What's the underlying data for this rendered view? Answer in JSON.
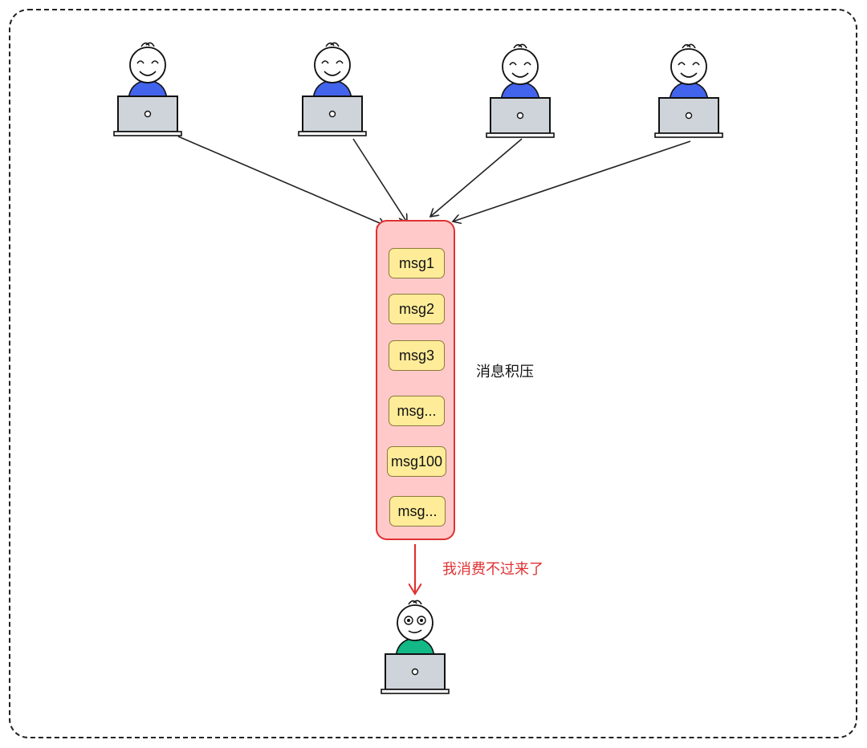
{
  "queue": {
    "messages": [
      "msg1",
      "msg2",
      "msg3",
      "msg...",
      "msg100",
      "msg..."
    ]
  },
  "labels": {
    "backlog": "消息积压",
    "consumer_note": "我消费不过来了"
  },
  "colors": {
    "queue_fill": "#ffc9c9",
    "queue_border": "#e03131",
    "message_fill": "#ffec99",
    "producer_shirt": "#4263eb",
    "consumer_shirt": "#12b886",
    "laptop": "#ced4da",
    "alert_text": "#e03131"
  },
  "icons": {
    "producer": "happy-person-with-laptop-icon",
    "consumer": "worried-person-with-laptop-icon"
  }
}
